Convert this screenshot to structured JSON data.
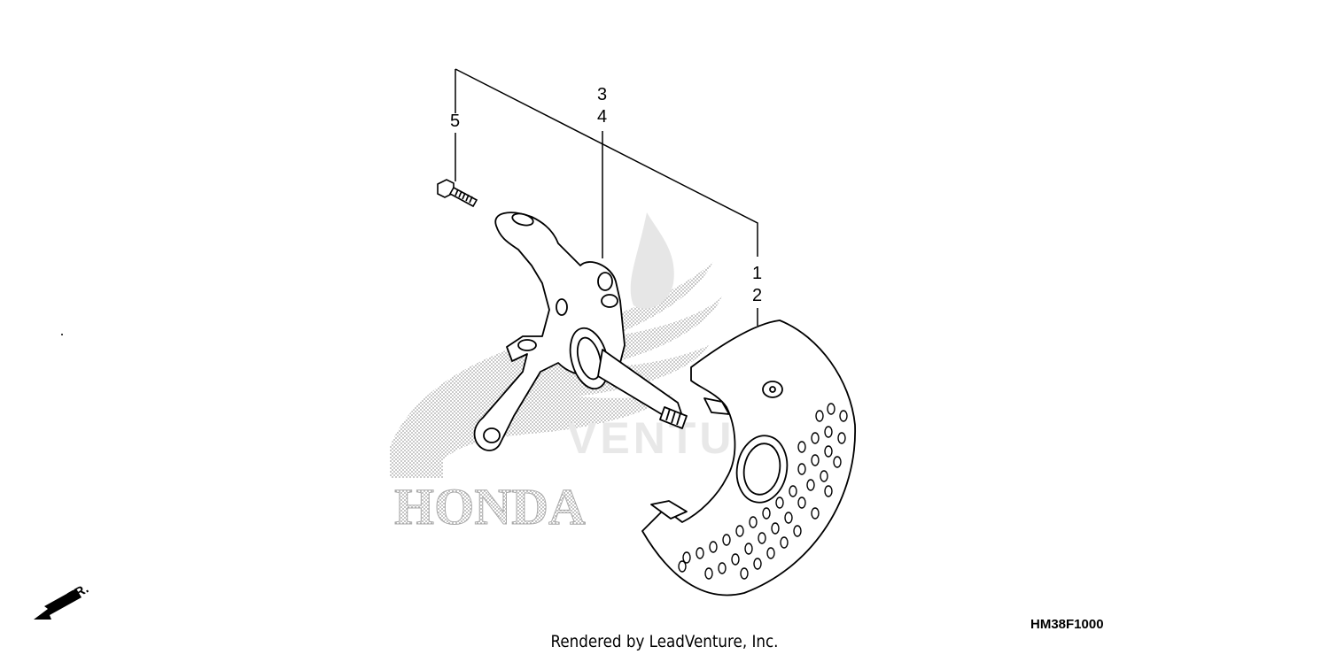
{
  "diagram": {
    "callouts": [
      {
        "id": "c1",
        "text": "1"
      },
      {
        "id": "c2",
        "text": "2"
      },
      {
        "id": "c3",
        "text": "3"
      },
      {
        "id": "c4",
        "text": "4"
      },
      {
        "id": "c5",
        "text": "5"
      }
    ],
    "direction_label": "FR.",
    "drawing_code": "HM38F1000",
    "watermark_brand": "HONDA",
    "watermark_dealer": "VENTURE",
    "footer": "Rendered by LeadVenture, Inc."
  },
  "colors": {
    "line": "#000000",
    "watermark": "#d4d4d4",
    "background": "#ffffff"
  }
}
